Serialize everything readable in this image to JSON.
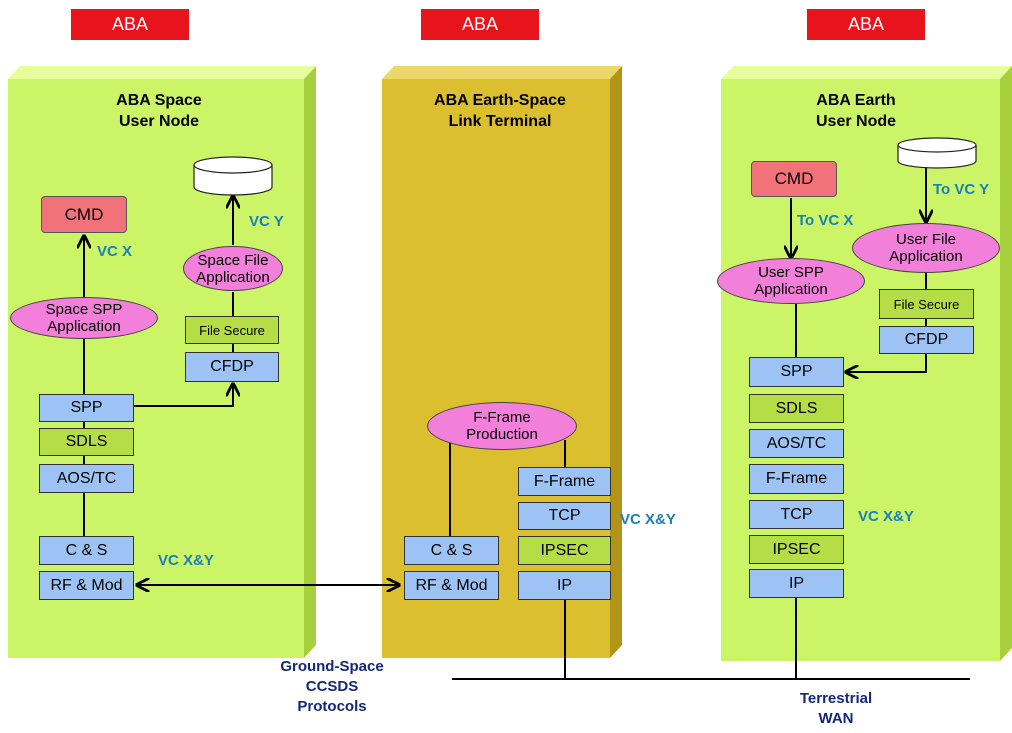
{
  "banners": [
    "ABA",
    "ABA",
    "ABA"
  ],
  "colors": {
    "banner": "#e8141b",
    "user_panel": "#ccf467",
    "terminal_panel": "#dcbf2f",
    "blue_box": "#9cc3f3",
    "green_box": "#b5dd45",
    "pink_ellipse": "#f27fd9",
    "red_box": "#f2727a",
    "vc_label": "#1a80b8",
    "network_label": "#14287a"
  },
  "space_node": {
    "title_line1": "ABA Space",
    "title_line2": "User Node",
    "cmd": "CMD",
    "vc_x": "VC X",
    "vc_y": "VC Y",
    "spp_app_line1": "Space SPP",
    "spp_app_line2": "Application",
    "file_app_line1": "Space File",
    "file_app_line2": "Application",
    "file_secure": "File Secure",
    "cfdp": "CFDP",
    "spp": "SPP",
    "sdls": "SDLS",
    "aos_tc": "AOS/TC",
    "cs": "C & S",
    "rf_mod": "RF & Mod",
    "vc_xy": "VC X&Y"
  },
  "terminal": {
    "title_line1": "ABA Earth-Space",
    "title_line2": "Link Terminal",
    "fframe_prod_line1": "F-Frame",
    "fframe_prod_line2": "Production",
    "fframe": "F-Frame",
    "tcp": "TCP",
    "ipsec": "IPSEC",
    "ip": "IP",
    "cs": "C & S",
    "rf_mod": "RF & Mod",
    "vc_xy": "VC X&Y"
  },
  "earth_node": {
    "title_line1": "ABA Earth",
    "title_line2": "User Node",
    "cmd": "CMD",
    "to_vc_x": "To VC X",
    "to_vc_y": "To VC  Y",
    "user_file_app_line1": "User File",
    "user_file_app_line2": "Application",
    "user_spp_app_line1": "User SPP",
    "user_spp_app_line2": "Application",
    "file_secure": "File Secure",
    "cfdp": "CFDP",
    "spp": "SPP",
    "sdls": "SDLS",
    "aos_tc": "AOS/TC",
    "fframe": "F-Frame",
    "tcp": "TCP",
    "ipsec": "IPSEC",
    "ip": "IP",
    "vc_xy": "VC X&Y"
  },
  "ground_space_line1": "Ground-Space",
  "ground_space_line2": "CCSDS",
  "ground_space_line3": "Protocols",
  "wan_line1": "Terrestrial",
  "wan_line2": "WAN"
}
